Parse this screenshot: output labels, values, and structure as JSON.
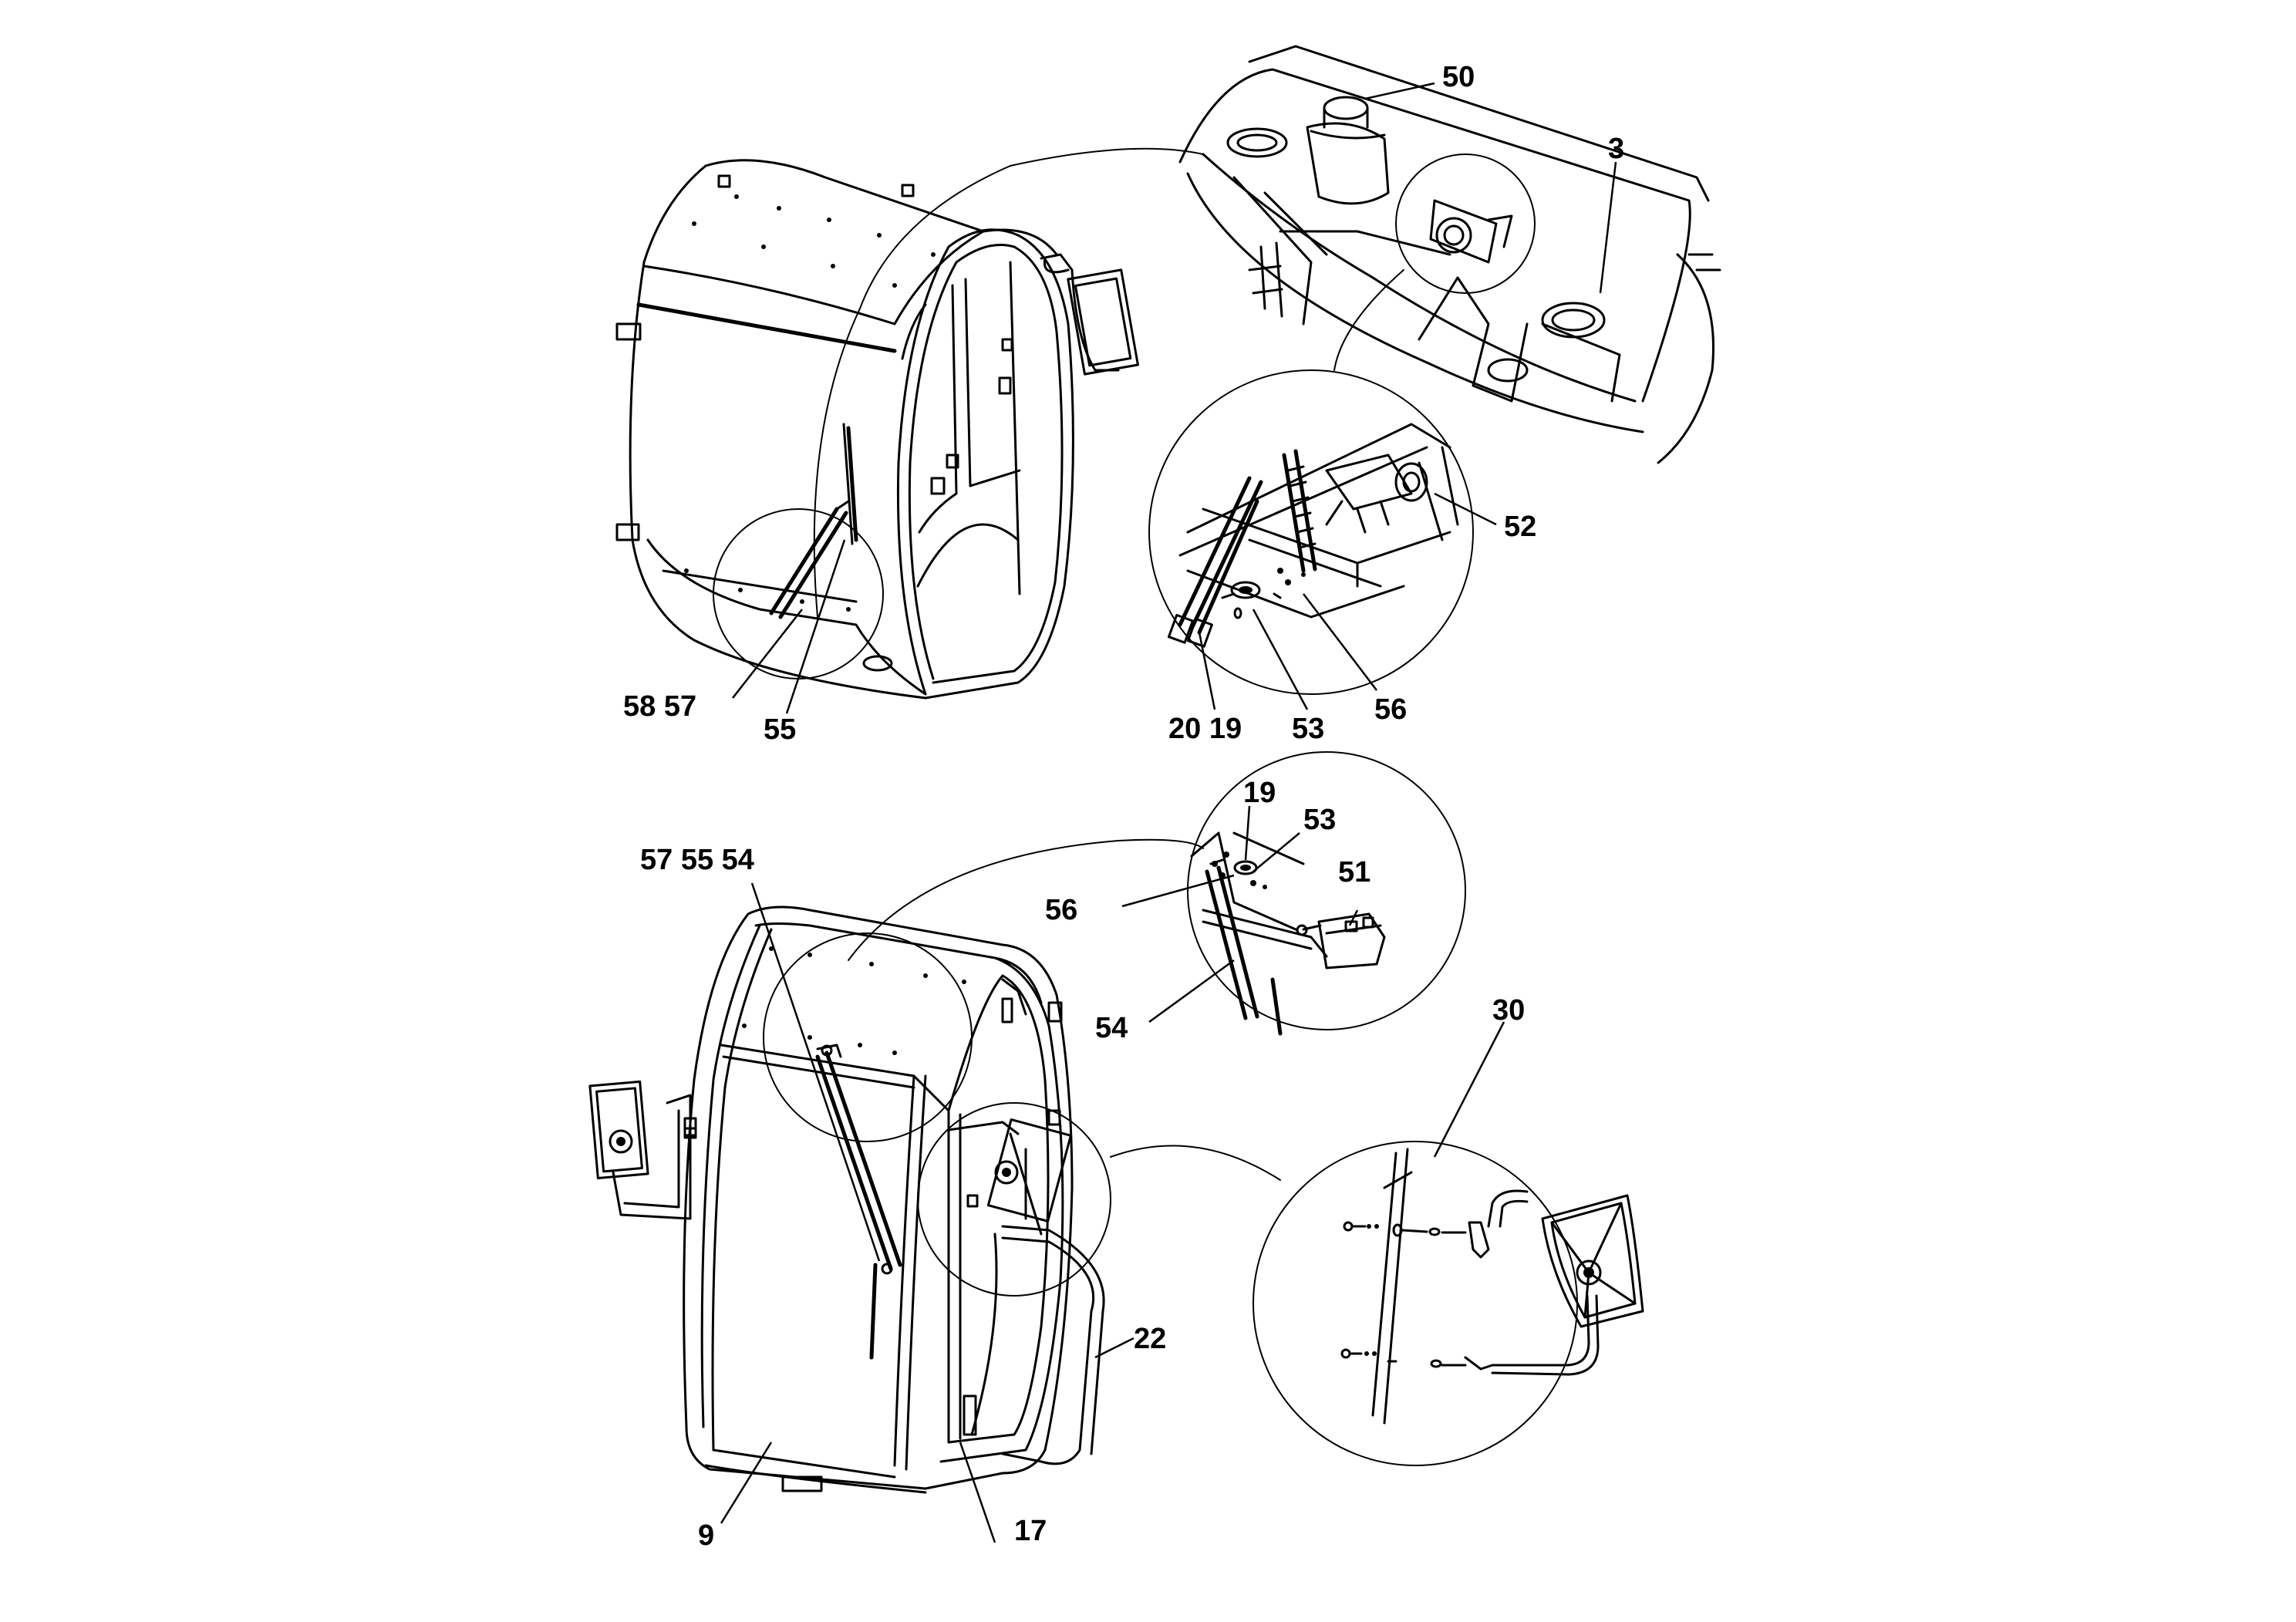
{
  "callouts": {
    "c50": "50",
    "c3": "3",
    "c52": "52",
    "c56a": "56",
    "c53a": "53",
    "c2019": "20 19",
    "c5857": "58 57",
    "c55": "55",
    "c19b": "19",
    "c53b": "53",
    "c575554": "57 55 54",
    "c56b": "56",
    "c51": "51",
    "c54": "54",
    "c30": "30",
    "c22": "22",
    "c9": "9",
    "c17": "17"
  },
  "icons": {
    "cab_top": "cab-exploded-view",
    "cab_bottom": "cab-exploded-view",
    "detail": "magnifier-detail-circle"
  }
}
